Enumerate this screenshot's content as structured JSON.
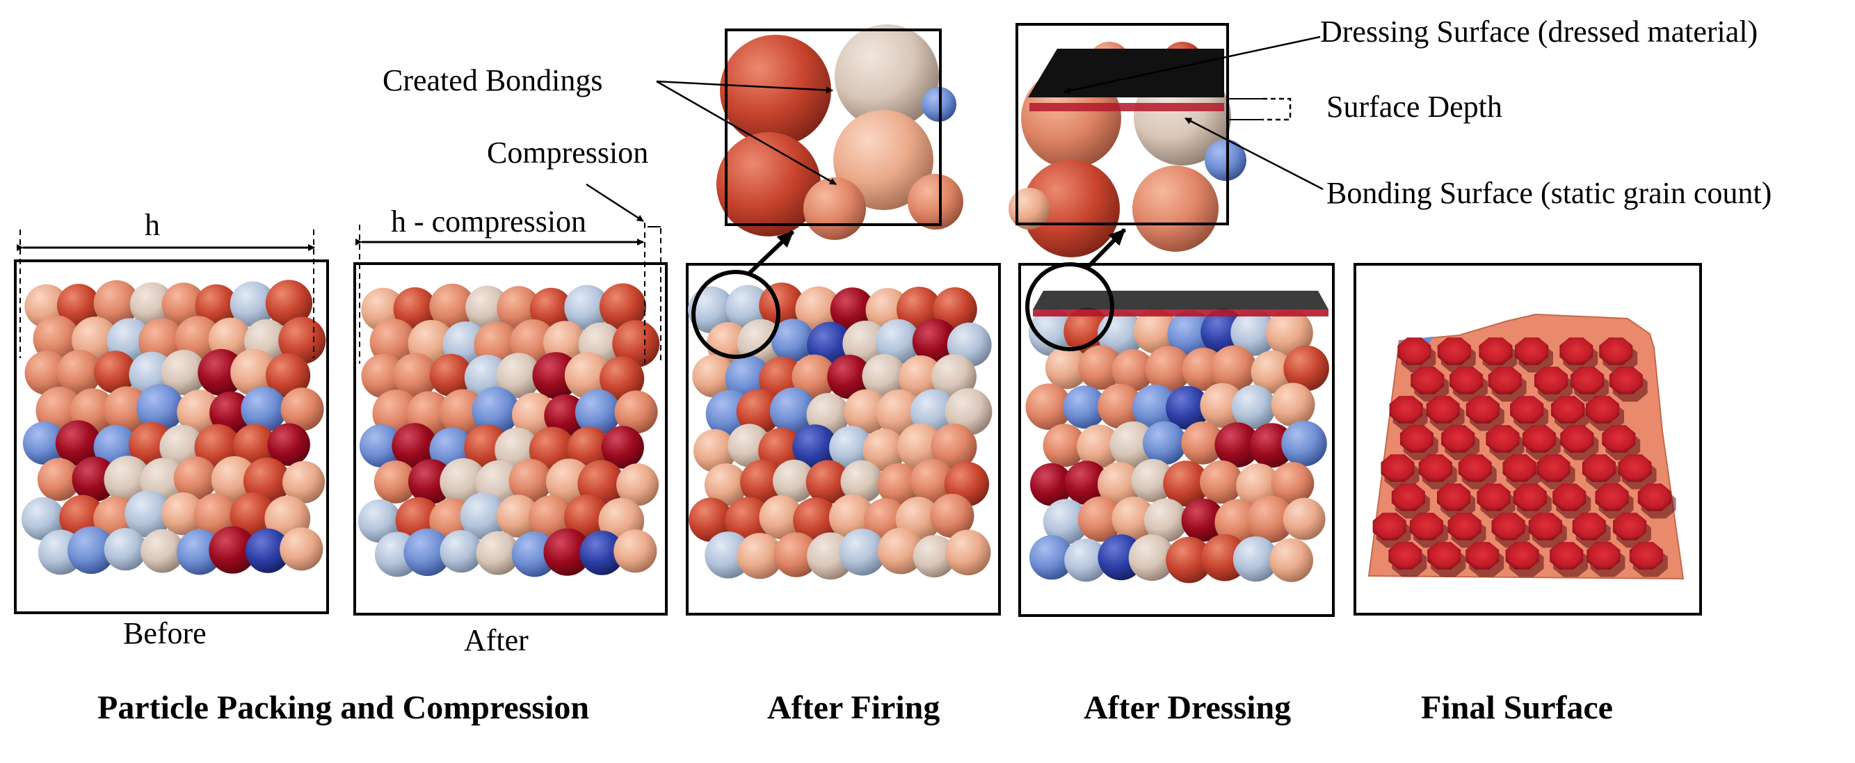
{
  "figure": {
    "labels": {
      "width_before": "h",
      "width_after": "h - compression",
      "compression": "Compression",
      "created_bondings": "Created Bondings",
      "dressing_surface": "Dressing Surface (dressed material)",
      "surface_depth": "Surface Depth",
      "bonding_surface": "Bonding Surface (static grain count)"
    },
    "captions": {
      "before": "Before",
      "after": "After"
    },
    "stages": [
      "Particle Packing and Compression",
      "After Firing",
      "After Dressing",
      "Final Surface"
    ],
    "colors": {
      "deep_red": "#9b0a1e",
      "red": "#c8442e",
      "salmon": "#df8566",
      "peach": "#eaaa8a",
      "beige": "#d8c6b8",
      "light_blue": "#b3c3da",
      "mid_blue": "#6f8ed3",
      "dark_blue": "#2d3fa6",
      "surface_base": "#e98a6c",
      "surface_grain": "#c01c28"
    }
  }
}
